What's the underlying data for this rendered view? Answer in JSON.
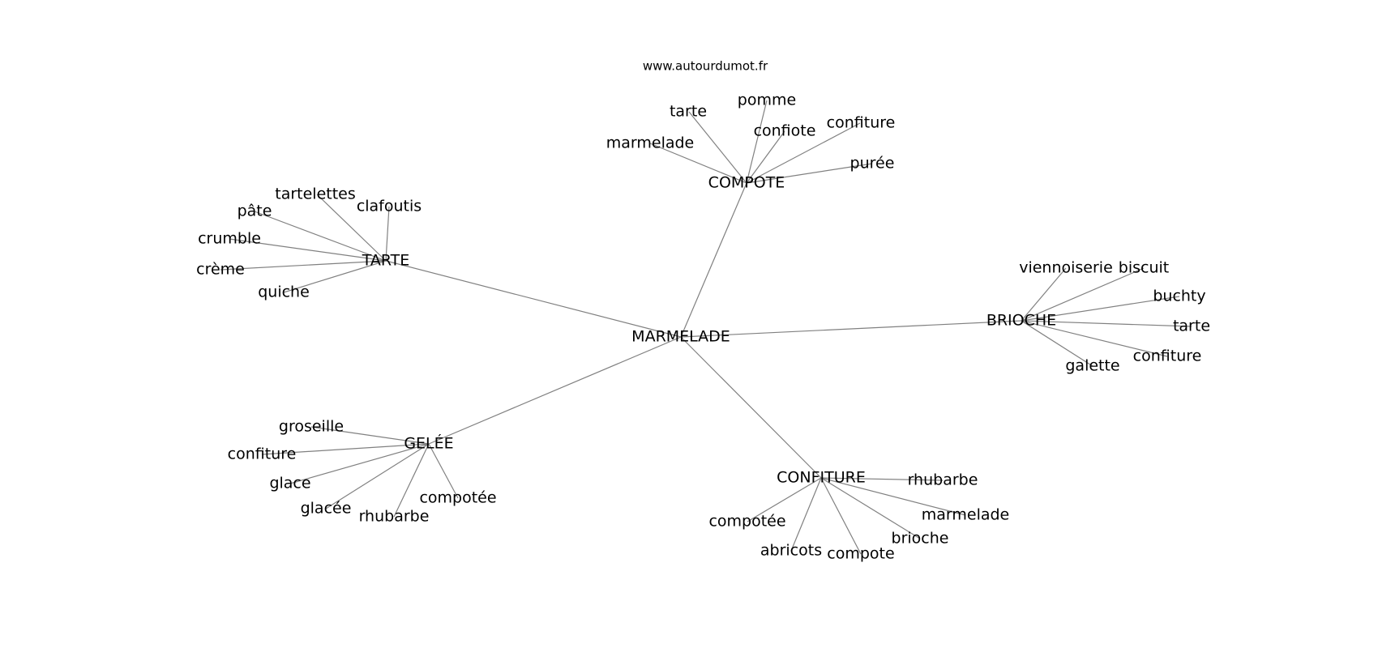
{
  "source_text": "www.autourdumot.fr",
  "center": {
    "id": "marmelade",
    "label": "MARMELADE"
  },
  "clusters": [
    {
      "id": "compote",
      "label": "COMPOTE",
      "leaves": [
        {
          "id": "c-tarte",
          "label": "tarte"
        },
        {
          "id": "c-pomme",
          "label": "pomme"
        },
        {
          "id": "c-marmelade",
          "label": "marmelade"
        },
        {
          "id": "c-confiote",
          "label": "confiote"
        },
        {
          "id": "c-confiture",
          "label": "confiture"
        },
        {
          "id": "c-puree",
          "label": "purée"
        }
      ]
    },
    {
      "id": "tarte",
      "label": "TARTE",
      "leaves": [
        {
          "id": "t-tartelettes",
          "label": "tartelettes"
        },
        {
          "id": "t-clafoutis",
          "label": "clafoutis"
        },
        {
          "id": "t-pate",
          "label": "pâte"
        },
        {
          "id": "t-crumble",
          "label": "crumble"
        },
        {
          "id": "t-creme",
          "label": "crème"
        },
        {
          "id": "t-quiche",
          "label": "quiche"
        }
      ]
    },
    {
      "id": "brioche",
      "label": "BRIOCHE",
      "leaves": [
        {
          "id": "b-viennoiserie",
          "label": "viennoiserie"
        },
        {
          "id": "b-biscuit",
          "label": "biscuit"
        },
        {
          "id": "b-buchty",
          "label": "buchty"
        },
        {
          "id": "b-tarte",
          "label": "tarte"
        },
        {
          "id": "b-confiture",
          "label": "confiture"
        },
        {
          "id": "b-galette",
          "label": "galette"
        }
      ]
    },
    {
      "id": "gelee",
      "label": "GELÉE",
      "leaves": [
        {
          "id": "g-groseille",
          "label": "groseille"
        },
        {
          "id": "g-confiture",
          "label": "confiture"
        },
        {
          "id": "g-glace",
          "label": "glace"
        },
        {
          "id": "g-glacee",
          "label": "glacée"
        },
        {
          "id": "g-rhubarbe",
          "label": "rhubarbe"
        },
        {
          "id": "g-compotee",
          "label": "compotée"
        }
      ]
    },
    {
      "id": "confiture",
      "label": "CONFITURE",
      "leaves": [
        {
          "id": "f-rhubarbe",
          "label": "rhubarbe"
        },
        {
          "id": "f-marmelade",
          "label": "marmelade"
        },
        {
          "id": "f-brioche",
          "label": "brioche"
        },
        {
          "id": "f-compote",
          "label": "compote"
        },
        {
          "id": "f-abricots",
          "label": "abricots"
        },
        {
          "id": "f-compotee",
          "label": "compotée"
        }
      ]
    }
  ]
}
